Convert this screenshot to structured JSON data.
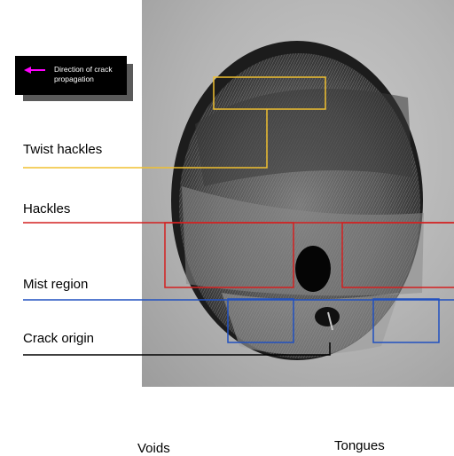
{
  "legend": {
    "text": "Direction of crack propagation",
    "arrow_color": "#ff00ff"
  },
  "labels": {
    "twist_hackles": "Twist hackles",
    "hackles": "Hackles",
    "mist_region": "Mist region",
    "crack_origin": "Crack origin",
    "voids": "Voids",
    "tongues": "Tongues"
  },
  "colors": {
    "twist_hackles": "#f0c030",
    "hackles": "#d42020",
    "mist_region": "#2050c0",
    "crack_origin": "#000000"
  }
}
